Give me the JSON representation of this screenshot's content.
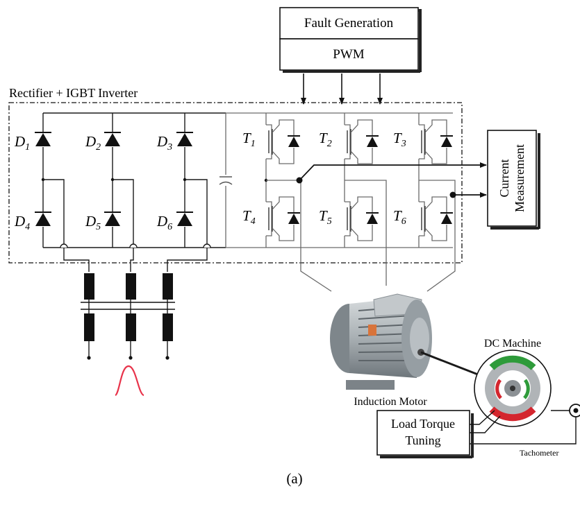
{
  "blocks": {
    "fault_generation": "Fault Generation",
    "pwm": "PWM",
    "rectifier_inverter": "Rectifier + IGBT Inverter",
    "current_measurement_line1": "Current",
    "current_measurement_line2": "Measurement",
    "induction_motor": "Induction Motor",
    "dc_machine": "DC Machine",
    "load_torque_line1": "Load Torque",
    "load_torque_line2": "Tuning",
    "tachometer": "Tachometer",
    "caption": "(a)"
  },
  "diodes": [
    {
      "letter": "D",
      "sub": "1"
    },
    {
      "letter": "D",
      "sub": "2"
    },
    {
      "letter": "D",
      "sub": "3"
    },
    {
      "letter": "D",
      "sub": "4"
    },
    {
      "letter": "D",
      "sub": "5"
    },
    {
      "letter": "D",
      "sub": "6"
    }
  ],
  "transistors": [
    {
      "letter": "T",
      "sub": "1"
    },
    {
      "letter": "T",
      "sub": "2"
    },
    {
      "letter": "T",
      "sub": "3"
    },
    {
      "letter": "T",
      "sub": "4"
    },
    {
      "letter": "T",
      "sub": "5"
    },
    {
      "letter": "T",
      "sub": "6"
    }
  ],
  "colors": {
    "line": "#1a1a1a",
    "gray_wire": "#6a6a6a",
    "sine": "#e8334a",
    "rotor_green": "#2e9b3a",
    "rotor_red": "#d4262e"
  }
}
